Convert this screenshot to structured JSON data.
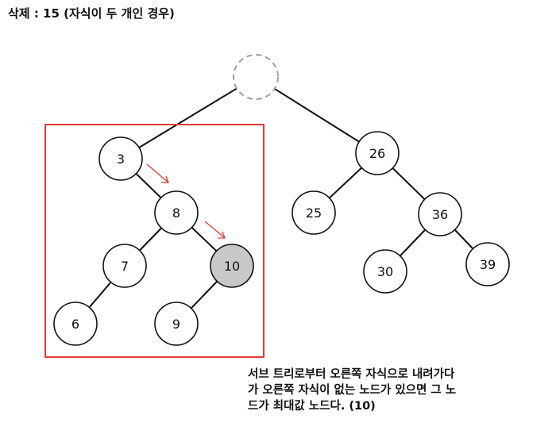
{
  "title": "삭제 : 15 (자식이 두 개인 경우)",
  "deleted_node": {
    "label": ""
  },
  "nodes": [
    {
      "id": "n3",
      "label": "3",
      "highlight": false
    },
    {
      "id": "n8",
      "label": "8",
      "highlight": false
    },
    {
      "id": "n7",
      "label": "7",
      "highlight": false
    },
    {
      "id": "n10",
      "label": "10",
      "highlight": true
    },
    {
      "id": "n6",
      "label": "6",
      "highlight": false
    },
    {
      "id": "n9",
      "label": "9",
      "highlight": false
    },
    {
      "id": "n26",
      "label": "26",
      "highlight": false
    },
    {
      "id": "n25",
      "label": "25",
      "highlight": false
    },
    {
      "id": "n36",
      "label": "36",
      "highlight": false
    },
    {
      "id": "n30",
      "label": "30",
      "highlight": false
    },
    {
      "id": "n39",
      "label": "39",
      "highlight": false
    }
  ],
  "edges": [
    [
      "root",
      "n3"
    ],
    [
      "root",
      "n26"
    ],
    [
      "n3",
      "n8"
    ],
    [
      "n8",
      "n7"
    ],
    [
      "n8",
      "n10"
    ],
    [
      "n7",
      "n6"
    ],
    [
      "n10",
      "n9"
    ],
    [
      "n26",
      "n25"
    ],
    [
      "n26",
      "n36"
    ],
    [
      "n36",
      "n30"
    ],
    [
      "n36",
      "n39"
    ]
  ],
  "colors": {
    "highlight_box": "#e53935",
    "arrow": "#e53935",
    "highlight_fill": "#c8c8c8",
    "deleted_stroke": "#9e9e9e"
  },
  "note_lines": [
    "서브 트리로부터 오른쪽 자식으로 내려가다",
    "가 오른쪽 자식이 없는 노드가 있으면 그 노",
    "드가 최대값 노드다. (10)"
  ]
}
